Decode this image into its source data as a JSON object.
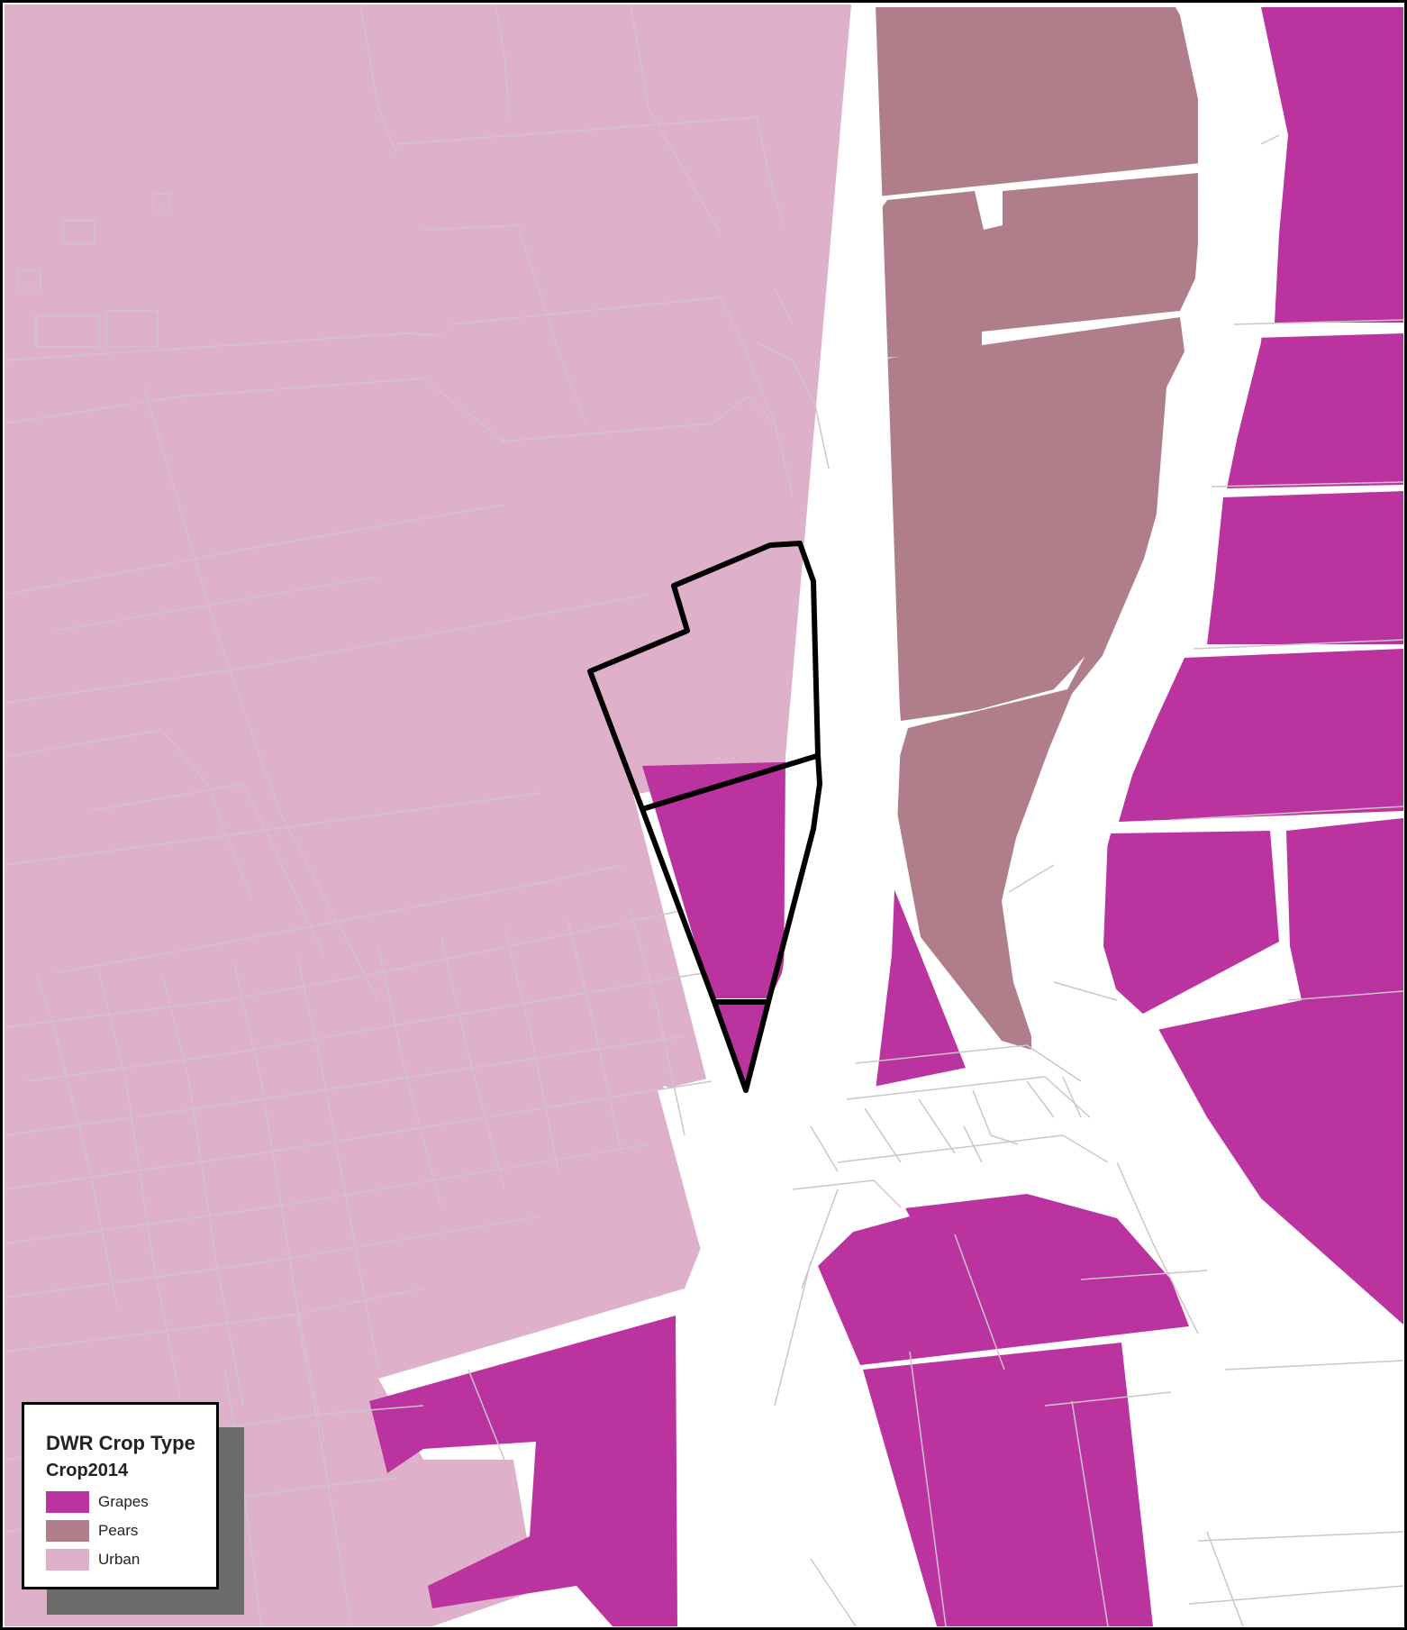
{
  "legend": {
    "title": "DWR Crop Type",
    "field": "Crop2014",
    "items": [
      {
        "label": "Grapes",
        "color": "#bb339f"
      },
      {
        "label": "Pears",
        "color": "#b07e8b"
      },
      {
        "label": "Urban",
        "color": "#dfb0c9"
      }
    ]
  },
  "colors": {
    "parcel_line": "#cfc4cb",
    "site_outline": "#000000",
    "road": "#ffffff"
  }
}
